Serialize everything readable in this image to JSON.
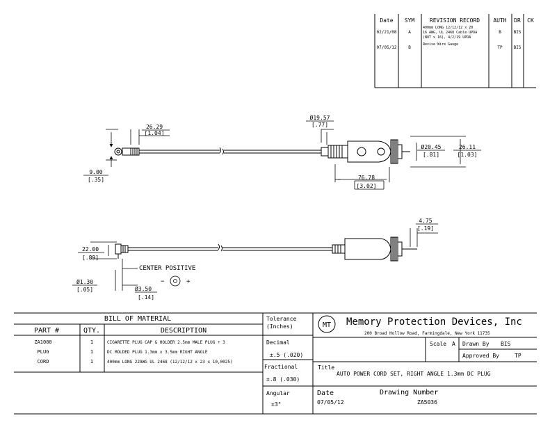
{
  "revision_table": {
    "headers": [
      "Date",
      "SYM",
      "REVISION RECORD",
      "AUTH",
      "DR",
      "CK"
    ],
    "rows": [
      {
        "date": "02/21/08",
        "sym": "A",
        "record_lines": [
          "400mm LONG 12/12/12 x 20",
          "16 AWG, UL 2468 Cable UPDA",
          "(NOT x 16), 4/2/19 UPDA"
        ],
        "auth": "B",
        "dr": "BIS",
        "ck": ""
      },
      {
        "date": "07/05/12",
        "sym": "B",
        "record_lines": [
          "Revise Wire Gauge"
        ],
        "auth": "TP",
        "dr": "BIS",
        "ck": ""
      }
    ]
  },
  "dimensions": {
    "top_length": "26.29",
    "top_length_in": "[1.04]",
    "plug_dia_top": "Ø19.57",
    "plug_dia_top_in": "[.77]",
    "tip_dia": "Ø20.45",
    "tip_dia_in": "[.81]",
    "body_height": "26.11",
    "body_height_in": "[1.03]",
    "drop_height": "9.00",
    "drop_height_in": "[.35]",
    "body_length": "76.78",
    "body_length_in": "[3.02]",
    "bottom_tip": "4.75",
    "bottom_tip_in": "[.19]",
    "plug_height": "22.00",
    "plug_height_in": "[.89]",
    "pin_dia": "Ø1.30",
    "pin_dia_in": "[.05]",
    "barrel_dia": "Ø3.50",
    "barrel_dia_in": "[.14]"
  },
  "center_positive_label": "CENTER POSITIVE",
  "polarity": {
    "minus": "−",
    "plus": "+"
  },
  "bom": {
    "title": "BILL OF MATERIAL",
    "headers": [
      "PART #",
      "QTY.",
      "DESCRIPTION"
    ],
    "rows": [
      {
        "part": "ZA1080",
        "qty": "1",
        "desc": "CIGARETTE PLUG CAP & HOLDER 2.5mm MALE PLUG + 3"
      },
      {
        "part": "PLUG",
        "qty": "1",
        "desc": "DC MOLDED PLUG 1.3mm x 3.5mm RIGHT ANGLE"
      },
      {
        "part": "CORD",
        "qty": "1",
        "desc": "400mm LONG 22AWG UL 2468 (12/12/12 x 23 x 10,0025)"
      }
    ]
  },
  "tolerance": {
    "title_lines": [
      "Tolerance",
      "(Inches)"
    ],
    "decimal_label": "Decimal",
    "decimal_value": "±.5 (.020)",
    "fractional_label": "Fractional",
    "fractional_value": "±.8 (.030)",
    "angular_label": "Angular",
    "angular_value": "±3°"
  },
  "company": {
    "logo_text": "MT",
    "name": "Memory Protection Devices, Inc",
    "address": "200 Broad Hollow Road, Farmingdale, New York 11735"
  },
  "title_block": {
    "scale_label": "Scale",
    "scale_value": "A",
    "drawn_by_label": "Drawn By",
    "drawn_by_value": "BIS",
    "approved_by_label": "Approved By",
    "approved_by_value": "TP",
    "title_label": "Title",
    "title_value": "AUTO POWER CORD SET, RIGHT ANGLE 1.3mm DC PLUG",
    "date_label": "Date",
    "date_value": "07/05/12",
    "drawing_number_label": "Drawing Number",
    "drawing_number_value": "ZA5036"
  }
}
